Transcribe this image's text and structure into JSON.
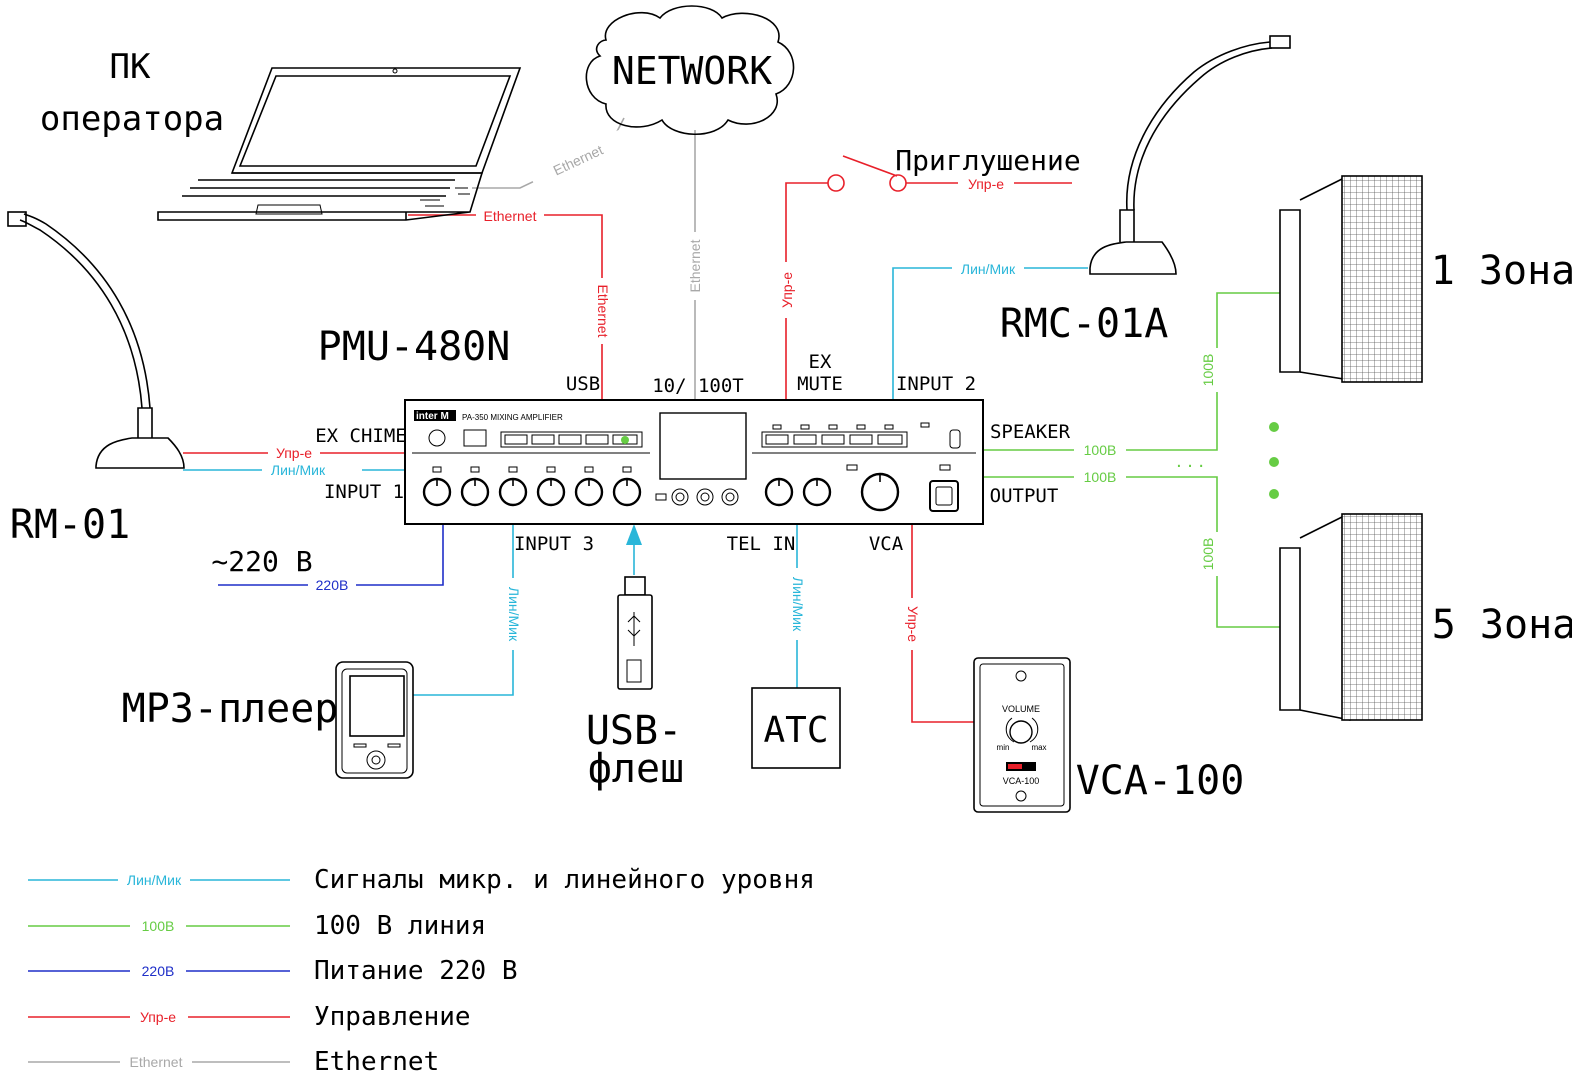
{
  "colors": {
    "line_mic": "#29b6d9",
    "speaker_100v": "#66cc44",
    "power_220v": "#1f2fc8",
    "control": "#e8202a",
    "ethernet": "#a8a8a8"
  },
  "devices": {
    "pc": [
      "ПК",
      "оператора"
    ],
    "network": "NETWORK",
    "amp_model": "PMU-480N",
    "amp_faceplate_brand": "inter M",
    "amp_faceplate_model": "PA-350 MIXING AMPLIFIER",
    "rm01": "RM-01",
    "rmc01a": "RMC-01A",
    "mp3": "MP3-плеер",
    "usb_flash": [
      "USB-",
      "флеш"
    ],
    "atc": "АТС",
    "vca100": "VCA-100",
    "vca_volume": "VOLUME",
    "vca_min": "min",
    "vca_max": "max",
    "vca_plate_model": "VCA-100",
    "zone1": "1 Зона",
    "zone5": "5 Зона",
    "mute_switch": "Приглушение",
    "mains": "~220 В"
  },
  "ports": {
    "usb": "USB",
    "lan": "10/ 100T",
    "ex_mute": [
      "EX",
      "MUTE"
    ],
    "input2": "INPUT 2",
    "ex_chime": "EX CHIME",
    "input1": "INPUT 1",
    "input3": "INPUT 3",
    "tel_in": "TEL IN",
    "vca": "VCA",
    "speaker": "SPEAKER",
    "output": "OUTPUT"
  },
  "wire_labels": {
    "ethernet": "Ethernet",
    "control": "Упр-е",
    "line_mic": "Лин/Мик",
    "v100": "100В",
    "v220": "220В",
    "ellipsis": ". . ."
  },
  "legend": [
    {
      "code": "Лин/Мик",
      "text": "Сигналы микр. и линейного уровня",
      "color": "#29b6d9"
    },
    {
      "code": "100В",
      "text": "100 В линия",
      "color": "#66cc44"
    },
    {
      "code": "220В",
      "text": "Питание 220 В",
      "color": "#1f2fc8"
    },
    {
      "code": "Упр-е",
      "text": "Управление",
      "color": "#e8202a"
    },
    {
      "code": "Ethernet",
      "text": "Ethernet",
      "color": "#a8a8a8"
    }
  ]
}
